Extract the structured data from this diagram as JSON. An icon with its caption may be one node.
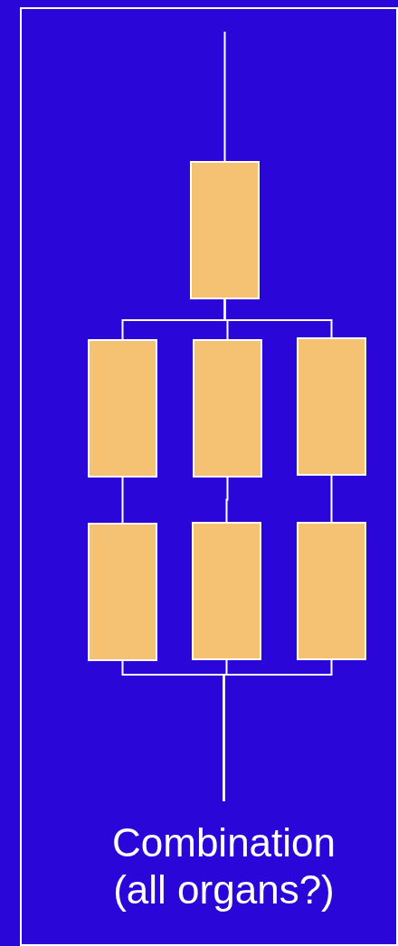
{
  "diagram": {
    "nodes": [
      {
        "text": [],
        "shape": "box"
      },
      {
        "text": [],
        "shape": "box"
      },
      {
        "text": [],
        "shape": "box"
      },
      {
        "text": [],
        "shape": "box"
      },
      {
        "text": [],
        "shape": "box"
      },
      {
        "text": [],
        "shape": "box"
      },
      {
        "text": [],
        "shape": "box"
      },
      {
        "text": [
          "Combination (all organs?)"
        ]
      }
    ],
    "edges": [
      {
        "from": null,
        "to": 0,
        "arrow": "none"
      },
      {
        "from": 0,
        "to": 1,
        "arrow": "none"
      },
      {
        "from": 0,
        "to": 2,
        "arrow": "none"
      },
      {
        "from": 0,
        "to": 3,
        "arrow": "none"
      },
      {
        "from": 1,
        "to": 4,
        "arrow": "none"
      },
      {
        "from": 2,
        "to": 5,
        "arrow": "none"
      },
      {
        "from": 3,
        "to": 6,
        "arrow": "none"
      },
      {
        "from": 4,
        "to": 7,
        "arrow": "none"
      },
      {
        "from": 5,
        "to": 7,
        "arrow": "none"
      },
      {
        "from": 6,
        "to": 7,
        "arrow": "none"
      }
    ]
  }
}
